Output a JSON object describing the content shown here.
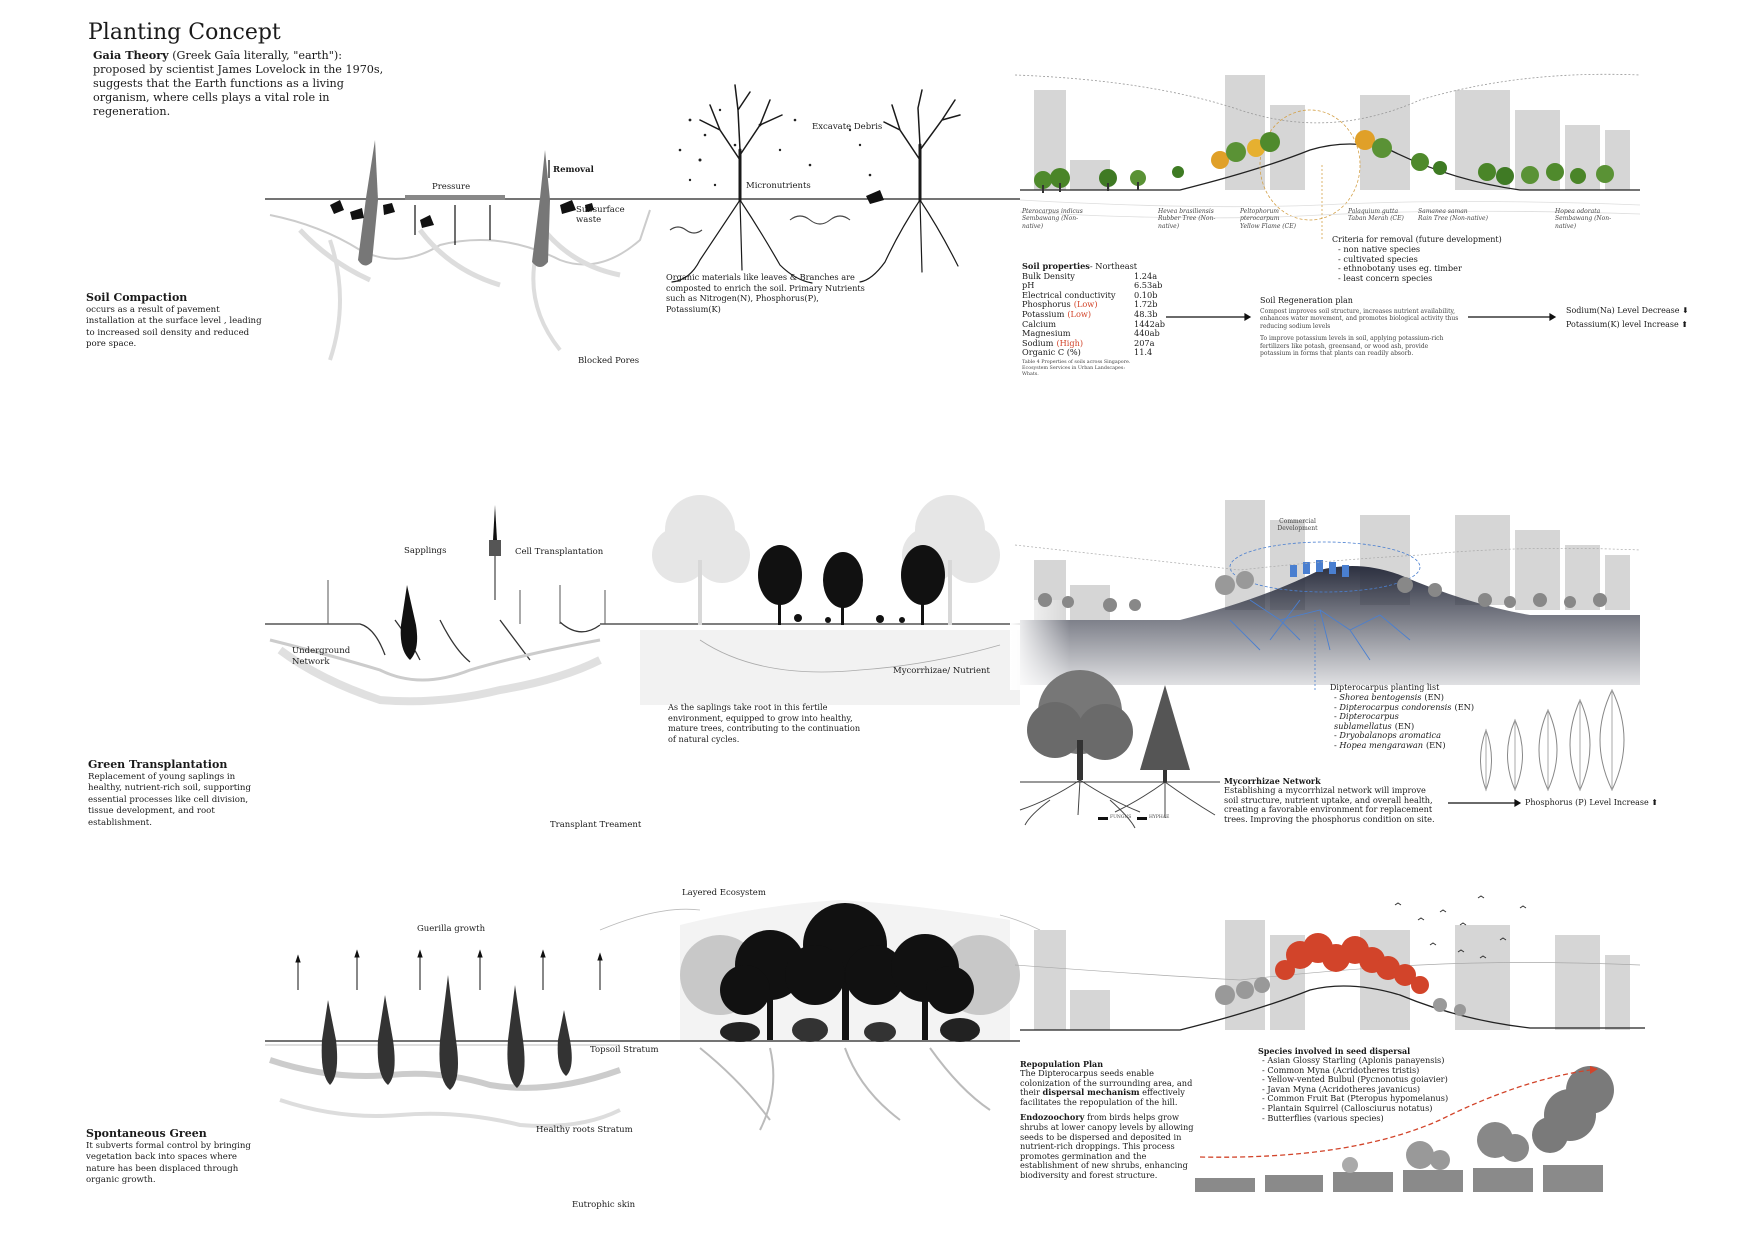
{
  "title": "Planting Concept",
  "intro": {
    "term": "Gaia Theory",
    "text": " (Greek Gaîa literally, \"earth\"): proposed by scientist James Lovelock in the 1970s, suggests that the Earth functions as a living organism, where cells plays a vital role in regeneration."
  },
  "row1": {
    "heading": "Soil Compaction",
    "desc": "occurs as a result of pavement installation at the surface level , leading to increased soil density and reduced pore space.",
    "caption": "Blocked Pores",
    "labels": {
      "pressure": "Pressure",
      "removal": "Removal",
      "subsurface": "Subsurface waste",
      "excavate": "Excavate Debris",
      "micronutrients": "Micronutrients"
    },
    "organic_text": "Organic materials like leaves & Branches are composted to enrich the soil. Primary Nutrients such as Nitrogen(N), Phosphorus(P), Potassium(K)",
    "tree_labels": [
      {
        "name": "Pterocarpus indicus",
        "sub": "Sembawang (Non-native)"
      },
      {
        "name": "Hevea brasiliensis",
        "sub": "Rubber Tree (Non-native)"
      },
      {
        "name": "Peltophorum pterocarpum",
        "sub": "Yellow Flame (CE)"
      },
      {
        "name": "Palaquium gutta",
        "sub": "Taban Merah (CE)"
      },
      {
        "name": "Samanea saman",
        "sub": "Rain Tree (Non-native)"
      },
      {
        "name": "Hopea odorata",
        "sub": "Sembawang (Non-native)"
      }
    ],
    "criteria": {
      "heading": "Criteria for removal (future development)",
      "items": [
        "- non native species",
        "- cultivated species",
        "- ethnobotany uses eg. timber",
        "- least concern species"
      ]
    },
    "soil": {
      "heading": "Soil properties",
      "heading_suffix": "- Northeast",
      "rows": [
        {
          "name": "Bulk Density",
          "flag": "",
          "value": "1.24a"
        },
        {
          "name": "pH",
          "flag": "",
          "value": "6.53ab"
        },
        {
          "name": "Electrical conductivity",
          "flag": "",
          "value": "0.10b"
        },
        {
          "name": "Phosphorus",
          "flag": "(Low)",
          "value": "1.72b"
        },
        {
          "name": "Potassium",
          "flag": "(Low)",
          "value": "48.3b"
        },
        {
          "name": "Calcium",
          "flag": "",
          "value": "1442ab"
        },
        {
          "name": "Magnesium",
          "flag": "",
          "value": "440ab"
        },
        {
          "name": "Sodium",
          "flag": "(High)",
          "value": "207a"
        },
        {
          "name": "Organic C (%)",
          "flag": "",
          "value": "11.4"
        }
      ],
      "note": "Table 4 Properties of soils across Singapore. Ecosystem Services in Urban Landscapes: Whats."
    },
    "regen": {
      "heading": "Soil Regeneration plan",
      "p1": "Compost improves soil structure, increases nutrient availability, enhances water movement, and promotes biological activity thus reducing sodium levels",
      "p2": "To improve potassium levels in soil, applying potassium-rich fertilizers like potash, greensand, or wood ash, provide potassium in forms that plants can readily absorb."
    },
    "results": [
      {
        "text": "Sodium(Na) Level Decrease",
        "arrow": "⬇"
      },
      {
        "text": "Potassium(K) level Increase",
        "arrow": "⬆"
      }
    ]
  },
  "row2": {
    "heading": "Green Transplantation",
    "desc": "Replacement of young saplings in healthy, nutrient-rich soil, supporting essential processes like cell division, tissue development, and root establishment.",
    "caption": "Transplant Treament",
    "labels": {
      "saplings": "Sapplings",
      "cell": "Cell Transplantation",
      "underground": "Underground Network",
      "myco": "Mycorrhizae/ Nutrient",
      "commercial": "Commercial Development"
    },
    "saplings_text": "As the saplings take root in this fertile environment, equipped to grow into healthy, mature trees, contributing to the continuation of natural cycles.",
    "dipt": {
      "heading": "Dipterocarpus planting list",
      "items": [
        {
          "name": "Shorea bentogensis",
          "status": "(EN)"
        },
        {
          "name": "Dipterocarpus condorensis",
          "status": "(EN)"
        },
        {
          "name": "Dipterocarpus sublamellatus",
          "status": "(EN)"
        },
        {
          "name": "Dryobalanops aromatica",
          "status": ""
        },
        {
          "name": "Hopea mengarawan",
          "status": "(EN)"
        }
      ]
    },
    "network": {
      "heading": "Mycorrhizae Network",
      "text": "Establishing a mycorrhizal network will improve soil structure, nutrient uptake, and overall health, creating a favorable environment for replacement trees. Improving the phosphorus condition on site."
    },
    "legend": [
      "FUNGUS",
      "HYPHAE"
    ],
    "result": {
      "text": "Phosphorus (P) Level Increase",
      "arrow": "⬆"
    }
  },
  "row3": {
    "heading": "Spontaneous Green",
    "desc": "It subverts formal control by bringing vegetation back into spaces where nature has been displaced through organic growth.",
    "caption": "Eutrophic skin",
    "labels": {
      "guerilla": "Guerilla growth",
      "topsoil": "Topsoil Stratum",
      "healthy": "Healthy roots Stratum",
      "layered": "Layered Ecosystem"
    },
    "repop": {
      "heading": "Repopulation Plan",
      "p1a": "The Dipterocarpus seeds enable colonization of the surrounding area, and their ",
      "p1b": "dispersal mechanism",
      "p1c": " effectively facilitates the repopulation of the hill.",
      "p2a": "Endozoochory",
      "p2b": " from birds helps grow shrubs at lower canopy levels by allowing seeds to be dispersed and deposited in nutrient-rich droppings. This process promotes germination and the establishment of new shrubs, enhancing biodiversity and forest structure."
    },
    "species": {
      "heading": "Species involved in seed dispersal",
      "items": [
        "- Asian Glossy Starling (Aplonis panayensis)",
        "- Common Myna (Acridotheres tristis)",
        "- Yellow-vented Bulbul (Pycnonotus goiavier)",
        "- Javan Myna (Acridotheres javanicus)",
        "- Common Fruit Bat (Pteropus hypomelanus)",
        "- Plantain Squirrel (Callosciurus notatus)",
        "- Butterflies (various species)"
      ]
    }
  },
  "colors": {
    "accent_red": "#d2442a",
    "tree_green": "#4f8a2c",
    "tree_orange": "#e0a028",
    "hill_dark": "#2c3040",
    "building_grey": "#d3d3d3",
    "mycelium_blue": "#4a7fd0"
  }
}
